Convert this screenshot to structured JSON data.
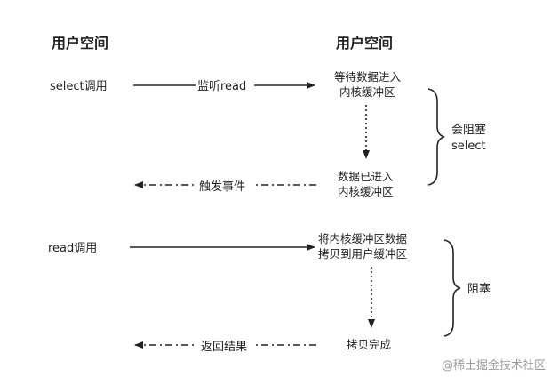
{
  "headers": {
    "left": "用户空间",
    "right": "用户空间"
  },
  "select_phase": {
    "call_label": "select调用",
    "arrow_label": "监听read",
    "wait_line1": "等待数据进入",
    "wait_line2": "内核缓冲区",
    "ready_line1": "数据已进入",
    "ready_line2": "内核缓冲区",
    "return_label": "触发事件",
    "brace_line1": "会阻塞",
    "brace_line2": "select"
  },
  "read_phase": {
    "call_label": "read调用",
    "copy_line1": "将内核缓冲区数据",
    "copy_line2": "拷贝到用户缓冲区",
    "done_label": "拷贝完成",
    "return_label": "返回结果",
    "brace_line1": "阻塞"
  },
  "watermark": "@稀土掘金技术社区",
  "colors": {
    "line": "#222222",
    "watermark": "#9a9a9a"
  }
}
